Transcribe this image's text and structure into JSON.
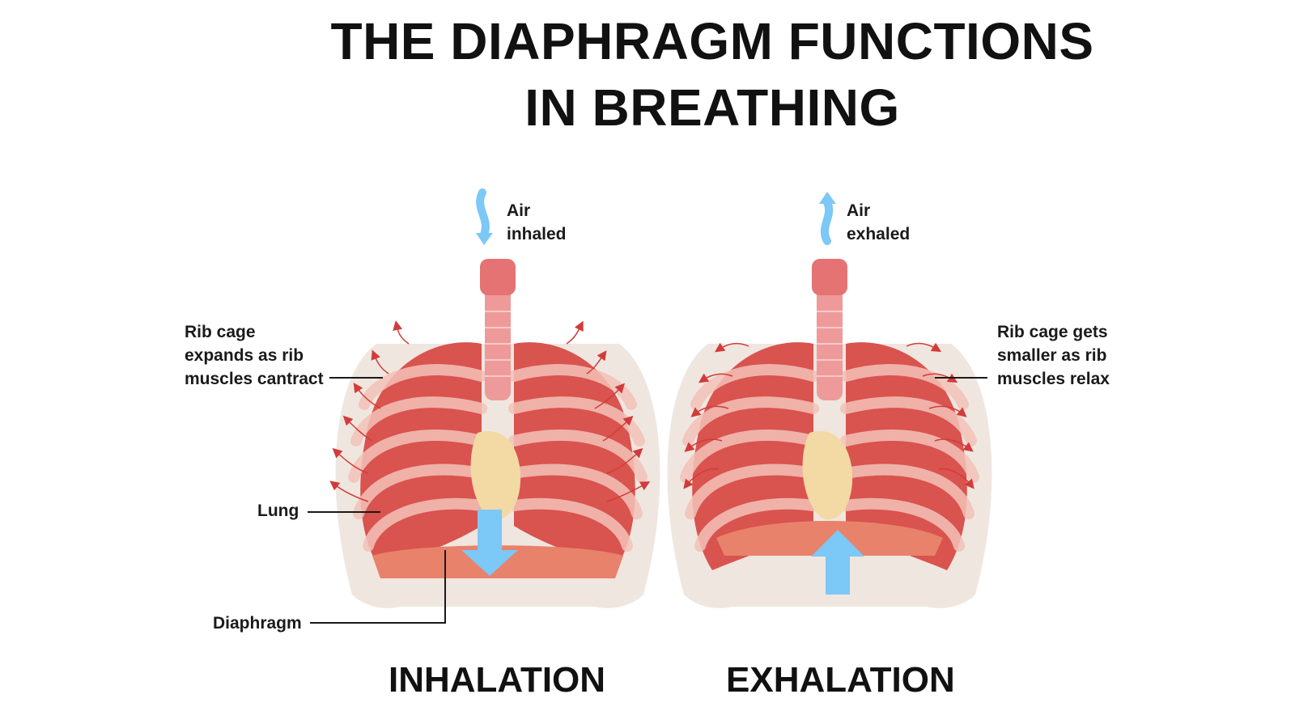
{
  "title": {
    "line1": "THE DIAPHRAGM FUNCTIONS",
    "line2": "IN BREATHING"
  },
  "inhalation": {
    "air_label": {
      "line1": "Air",
      "line2": "inhaled"
    },
    "rib_label": {
      "line1": "Rib cage",
      "line2": "expands as rib",
      "line3": "muscles cantract"
    },
    "lung_label": "Lung",
    "diaphragm_label": "Diaphragm",
    "caption": "INHALATION"
  },
  "exhalation": {
    "air_label": {
      "line1": "Air",
      "line2": "exhaled"
    },
    "rib_label": {
      "line1": "Rib cage gets",
      "line2": "smaller as rib",
      "line3": "muscles relax"
    },
    "caption": "EXHALATION"
  },
  "colors": {
    "lung": "#d9534f",
    "lung_light": "#f0a59a",
    "rib": "#ede3dc",
    "trachea": "#e98a8a",
    "heart": "#f3d9a4",
    "arrow_blue": "#7cc8f6",
    "arrow_red": "#d23b3b"
  }
}
